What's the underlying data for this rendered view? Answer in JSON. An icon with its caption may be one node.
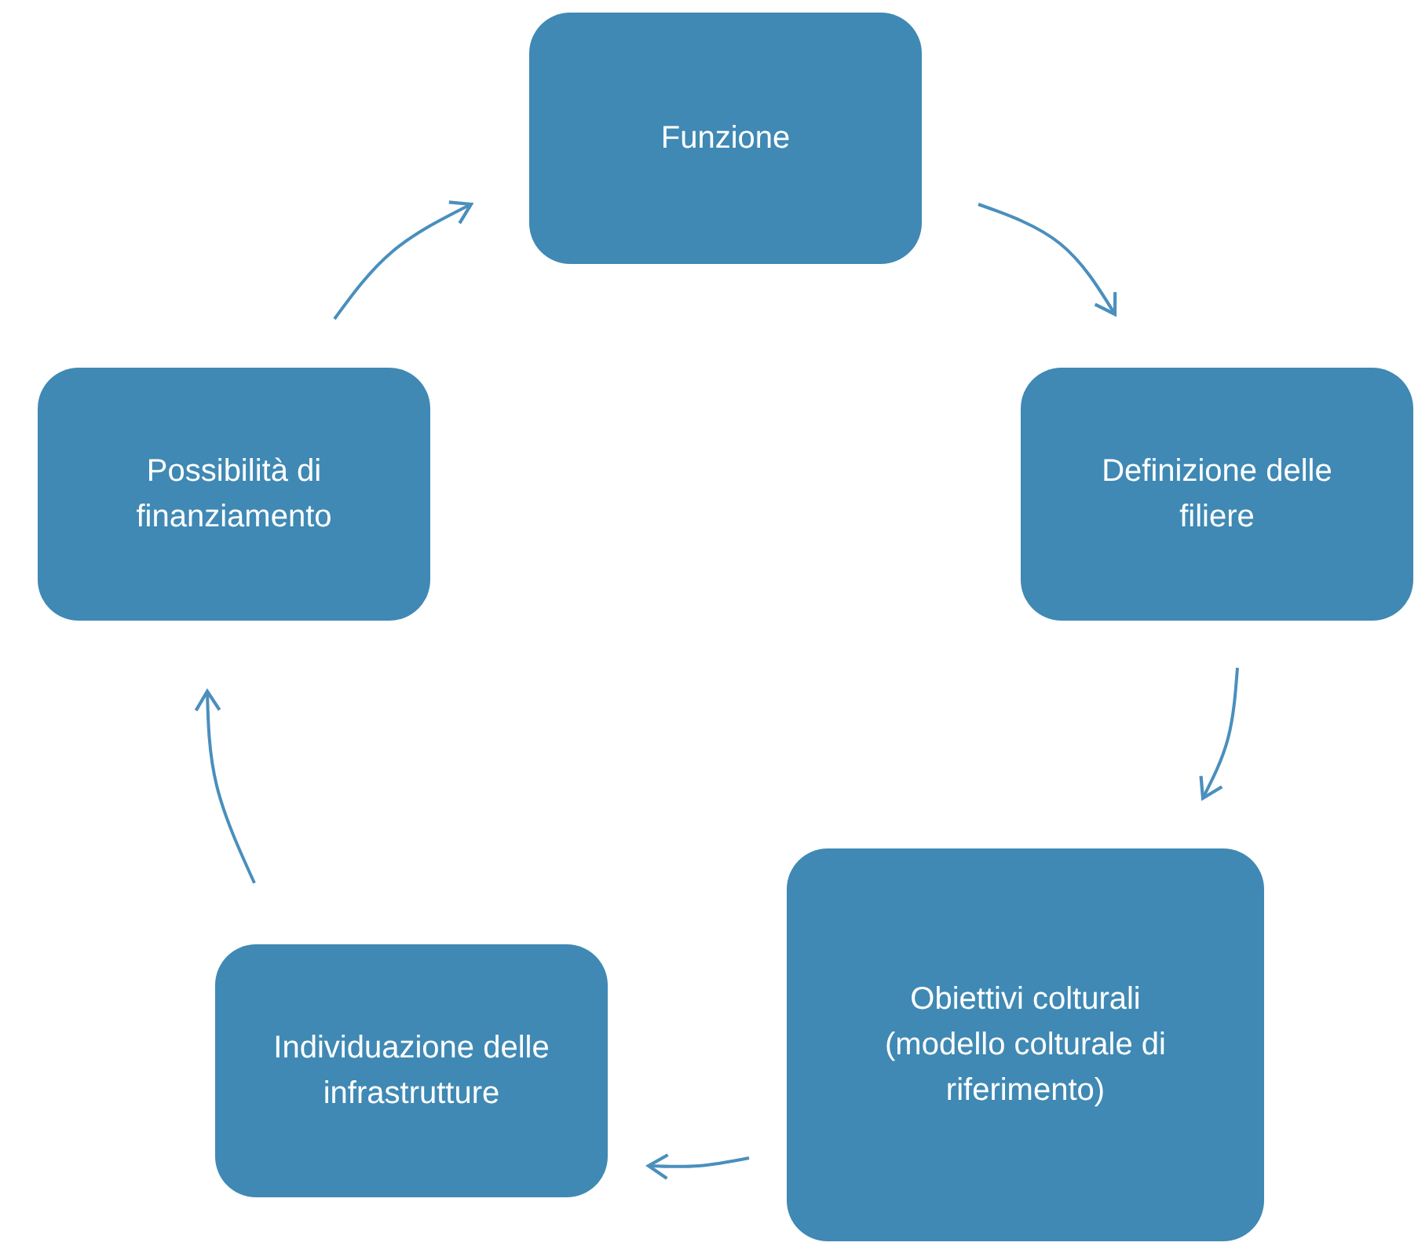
{
  "diagram": {
    "nodes": [
      {
        "text": [
          "Funzione"
        ]
      },
      {
        "text": [
          "Definizione delle filiere"
        ]
      },
      {
        "text": [
          "Obiettivi colturali (modello colturale di riferimento)"
        ]
      },
      {
        "text": [
          "Individuazione delle infrastrutture"
        ]
      },
      {
        "text": [
          "Possibilità di finanziamento"
        ]
      }
    ],
    "edges": [
      {
        "from": 0,
        "to": 1,
        "arrow": "to"
      },
      {
        "from": 1,
        "to": 2,
        "arrow": "to"
      },
      {
        "from": 2,
        "to": 3,
        "arrow": "to"
      },
      {
        "from": 3,
        "to": 4,
        "arrow": "to"
      },
      {
        "from": 4,
        "to": 0,
        "arrow": "to"
      }
    ]
  }
}
